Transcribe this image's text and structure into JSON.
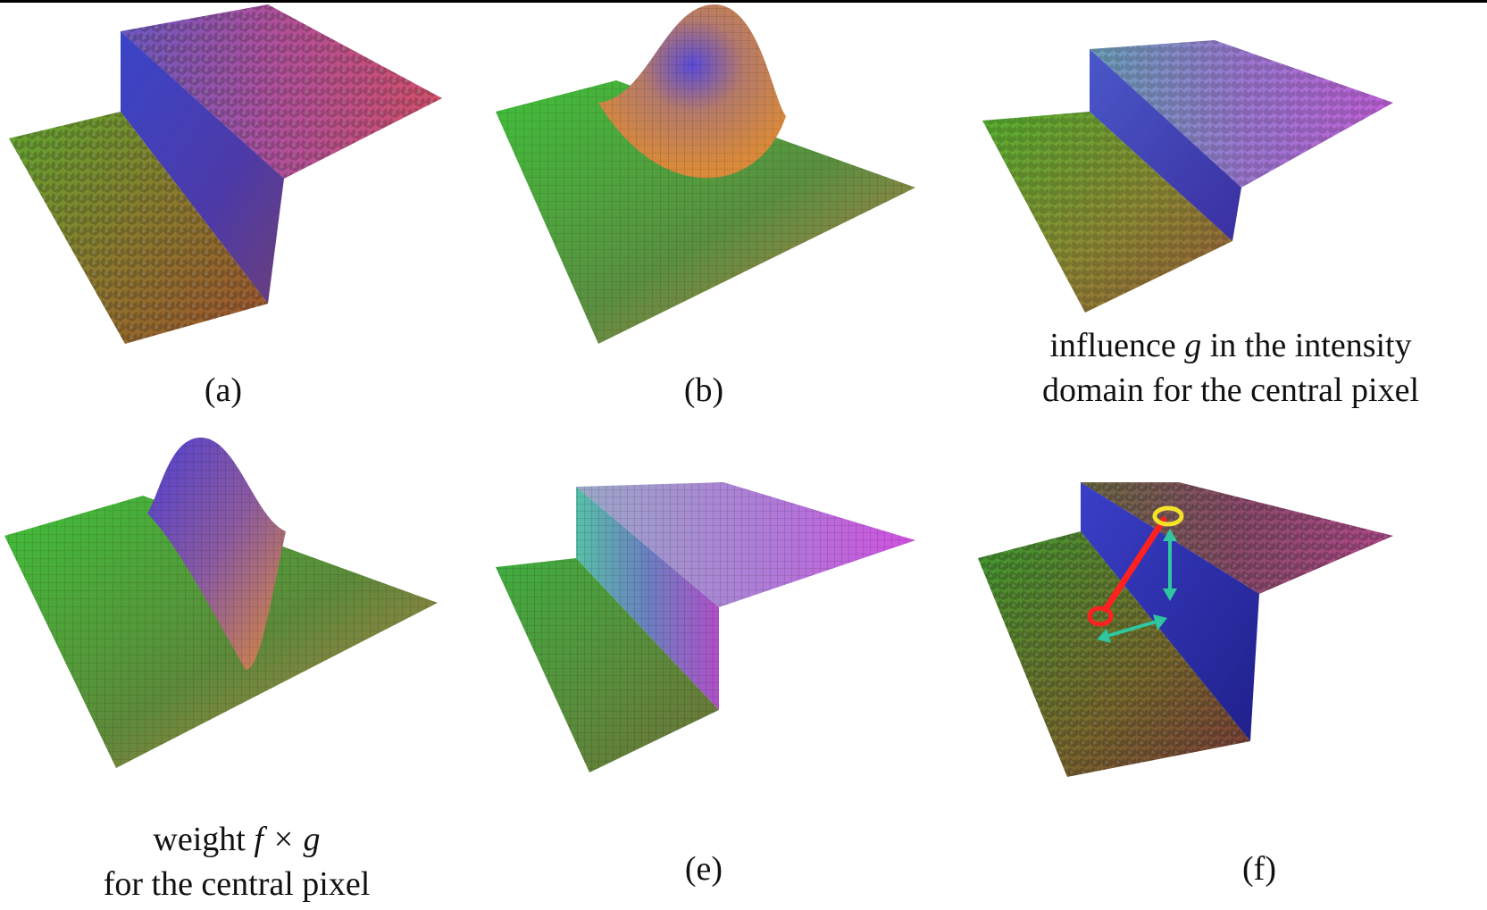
{
  "panels": {
    "a": {
      "caption": "(a)"
    },
    "b": {
      "caption": "(b)"
    },
    "c": {
      "caption_line1_pre": "influence ",
      "caption_line1_var": "g",
      "caption_line1_post": " in the intensity",
      "caption_line2": "domain for the central pixel"
    },
    "d": {
      "caption_line1_pre": "weight ",
      "caption_line1_var": "f × g",
      "caption_line2": "for the central pixel"
    },
    "e": {
      "caption": "(e)"
    },
    "f": {
      "caption": "(f)"
    }
  },
  "colors": {
    "green": "#3fae3a",
    "blue": "#4a3fd0",
    "orange": "#d98a3a",
    "magenta": "#c84fd8",
    "red_arrow": "#ff2020",
    "teal_arrow": "#2fc6a0",
    "yellow_ring": "#f2e22a"
  }
}
